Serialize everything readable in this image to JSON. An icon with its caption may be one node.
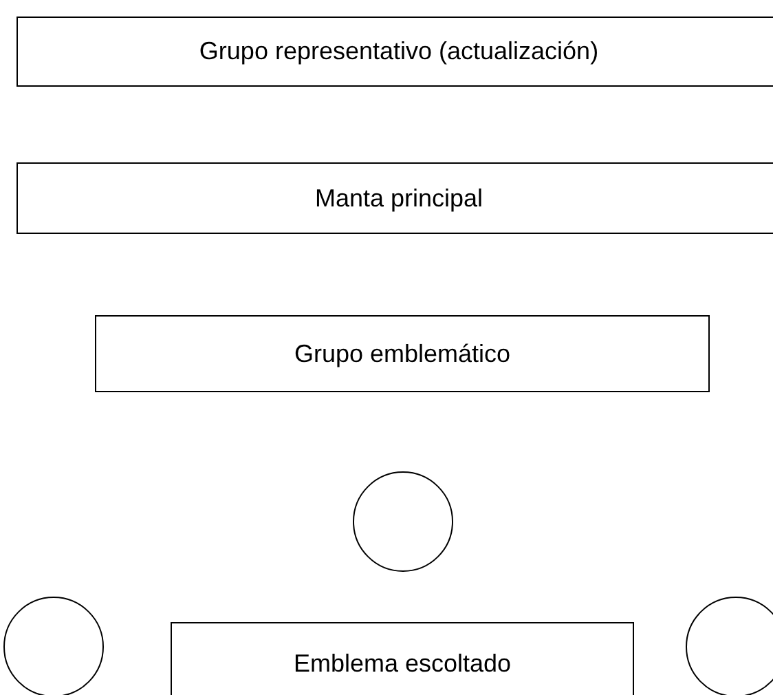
{
  "diagram": {
    "nodes": [
      {
        "text": [
          "Grupo representativo (actualización)"
        ]
      },
      {
        "text": [
          "Manta principal"
        ]
      },
      {
        "text": [
          "Grupo emblemático"
        ]
      },
      {
        "text": [],
        "shape": "circle"
      },
      {
        "text": [],
        "shape": "circle"
      },
      {
        "text": [
          "Emblema escoltado"
        ]
      },
      {
        "text": [],
        "shape": "circle"
      }
    ]
  }
}
